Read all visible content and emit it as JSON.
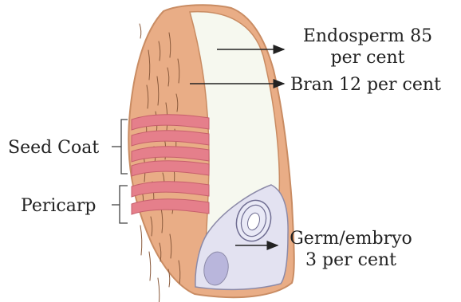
{
  "labels": {
    "endosperm_line1": "Endosperm 85",
    "endosperm_line2": "per cent",
    "bran": "Bran 12 per cent",
    "seed_coat": "Seed Coat",
    "pericarp": "Pericarp",
    "germ_line1": "Germ/embryo",
    "germ_line2": "3 per cent"
  },
  "colors": {
    "bran_tan": "#e9ad86",
    "bran_outline": "#c98c63",
    "streak": "#8a5a3c",
    "endosperm": "#f6f8ef",
    "seed_coat_band": "#e57f8b",
    "germ": "#e3e2f1",
    "germ_core": "#b9b6dc",
    "arrow": "#222222",
    "text": "#222222"
  }
}
